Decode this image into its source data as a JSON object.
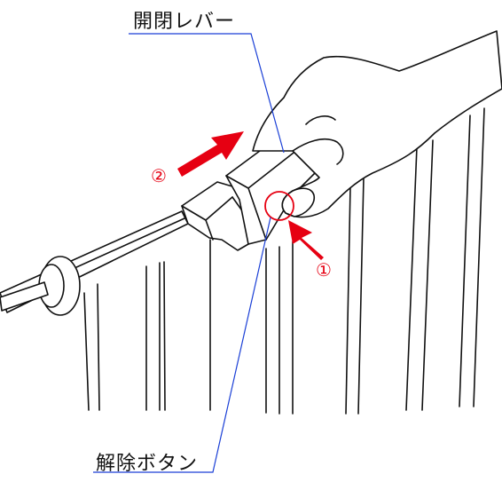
{
  "labels": {
    "lever": "開閉レバー",
    "release_button": "解除ボタン"
  },
  "steps": {
    "step1": "①",
    "step2": "②"
  },
  "colors": {
    "arrow": "#e60012",
    "leader_line": "#1a3fd6",
    "ink": "#111111"
  }
}
